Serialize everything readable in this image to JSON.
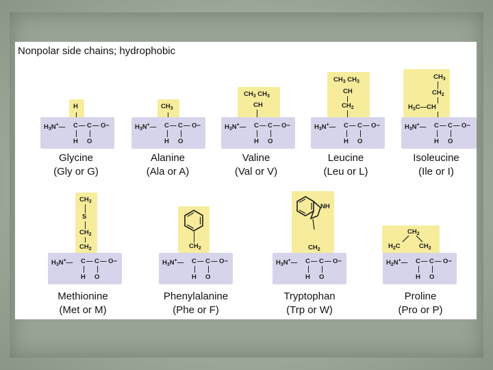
{
  "title": "Nonpolar side chains; hydrophobic",
  "backbone": {
    "h3n": "H3N+",
    "c": "C",
    "h": "H",
    "c2": "C",
    "o_minus": "O−",
    "o": "O",
    "dash": "—"
  },
  "amino_acids": [
    {
      "name": "Glycine",
      "abbr": "(Gly or G)",
      "side": [
        "H"
      ]
    },
    {
      "name": "Alanine",
      "abbr": "(Ala or A)",
      "side": [
        "CH3"
      ]
    },
    {
      "name": "Valine",
      "abbr": "(Val or V)",
      "side": [
        "CH3  CH3",
        "CH"
      ]
    },
    {
      "name": "Leucine",
      "abbr": "(Leu or L)",
      "side": [
        "CH3  CH3",
        "CH",
        "CH2"
      ]
    },
    {
      "name": "Isoleucine",
      "abbr": "(Ile or I)",
      "side": [
        "CH3",
        "CH2",
        "H3C—CH"
      ]
    },
    {
      "name": "Methionine",
      "abbr": "(Met or M)",
      "side": [
        "CH3",
        "S",
        "CH2",
        "CH2"
      ]
    },
    {
      "name": "Phenylalanine",
      "abbr": "(Phe or F)",
      "side": [
        "CH2"
      ]
    },
    {
      "name": "Tryptophan",
      "abbr": "(Trp or W)",
      "side": [
        "NH",
        "CH2"
      ]
    },
    {
      "name": "Proline",
      "abbr": "(Pro or P)",
      "side": [
        "CH2",
        "H2C",
        "CH2"
      ]
    }
  ]
}
